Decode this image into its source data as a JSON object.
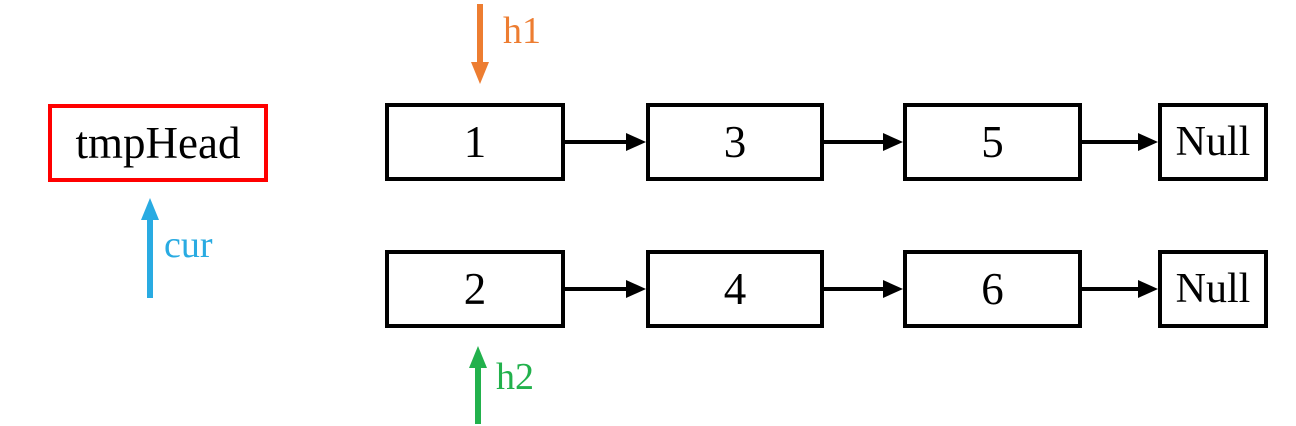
{
  "colors": {
    "node_border": "#000000",
    "next_arrow": "#000000",
    "tmp_head_border": "#FF0000",
    "h1_pointer": "#ED7D31",
    "cur_pointer": "#29ABE2",
    "h2_pointer": "#22B14C"
  },
  "tmp_head": {
    "label": "tmpHead"
  },
  "pointers": {
    "h1": {
      "label": "h1",
      "direction": "down",
      "points_to": "node-1"
    },
    "cur": {
      "label": "cur",
      "direction": "up",
      "points_to": "tmpHead"
    },
    "h2": {
      "label": "h2",
      "direction": "up",
      "points_to": "node-2"
    }
  },
  "list1": {
    "nodes": [
      "1",
      "3",
      "5"
    ],
    "terminator": "Null"
  },
  "list2": {
    "nodes": [
      "2",
      "4",
      "6"
    ],
    "terminator": "Null"
  }
}
